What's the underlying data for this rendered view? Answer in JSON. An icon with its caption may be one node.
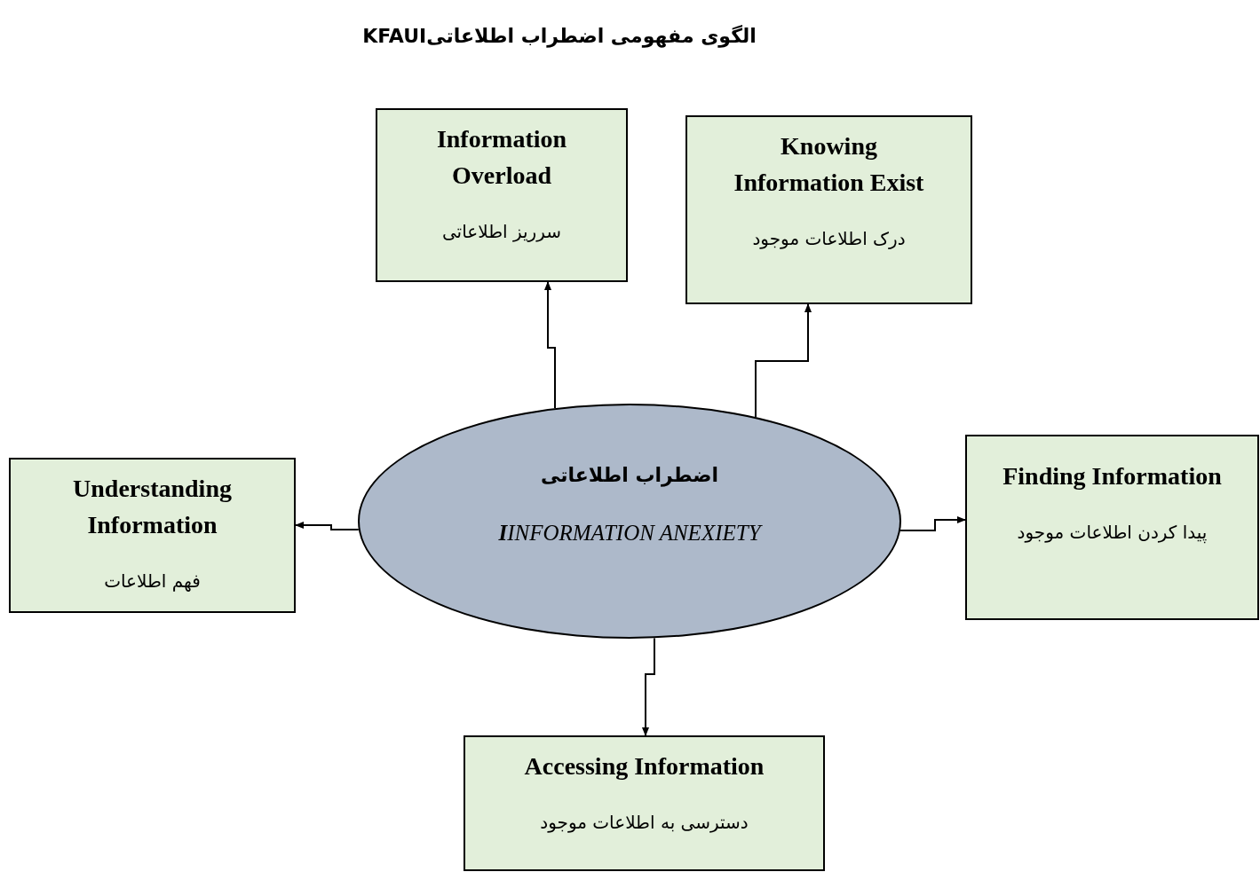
{
  "diagram": {
    "title": "الگوی مفهومی اضطراب اطلاعاتیKFAUI",
    "nodes": [
      {
        "text": [
          "Information Overload",
          "سرریز اطلاعاتی"
        ]
      },
      {
        "text": [
          "Knowing Information Exist",
          "درک اطلاعات موجود"
        ]
      },
      {
        "text": [
          "Understanding Information",
          "فهم اطلاعات"
        ]
      },
      {
        "text": [
          "اضطراب اطلاعاتی",
          "**I**INFORMATION ANEXIETY"
        ]
      },
      {
        "text": [
          "Finding Information",
          "پیدا کردن اطلاعات موجود"
        ]
      },
      {
        "text": [
          "Accessing Information",
          "دسترسی به اطلاعات موجود"
        ]
      }
    ],
    "edges": [
      {
        "from": 3,
        "to": 0,
        "arrow": "to"
      },
      {
        "from": 3,
        "to": 1,
        "arrow": "to"
      },
      {
        "from": 3,
        "to": 2,
        "arrow": "to"
      },
      {
        "from": 3,
        "to": 4,
        "arrow": "to"
      },
      {
        "from": 3,
        "to": 5,
        "arrow": "to"
      }
    ]
  }
}
